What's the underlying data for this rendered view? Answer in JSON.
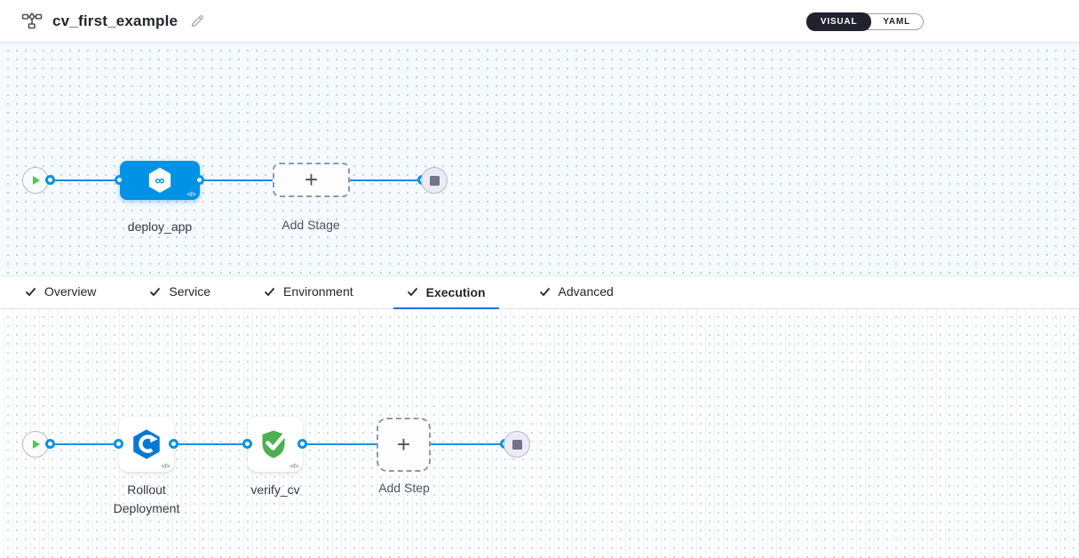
{
  "header": {
    "title": "cv_first_example",
    "view_toggle": {
      "visual_label": "VISUAL",
      "yaml_label": "YAML",
      "selected": "VISUAL"
    }
  },
  "stage_canvas": {
    "stage_label": "deploy_app",
    "stage_icon": "cd-hexagon-infinity-icon",
    "add_stage_label": "Add Stage",
    "plus_glyph": "+",
    "code_glyph": "</>"
  },
  "tabs": {
    "items": [
      {
        "label": "Overview",
        "checked": true
      },
      {
        "label": "Service",
        "checked": true
      },
      {
        "label": "Environment",
        "checked": true
      },
      {
        "label": "Execution",
        "checked": true
      },
      {
        "label": "Advanced",
        "checked": true
      }
    ],
    "active": "Execution"
  },
  "execution_canvas": {
    "steps": [
      {
        "label": "Rollout Deployment",
        "icon": "rollout-deployment-icon"
      },
      {
        "label": "verify_cv",
        "icon": "verify-shield-icon"
      }
    ],
    "add_step_label": "Add Step",
    "plus_glyph": "+",
    "code_glyph": "</>"
  },
  "colors": {
    "connector_blue": "#0092E4",
    "stage_node_blue": "#0092E4",
    "rollout_icon_blue": "#0278D5",
    "verify_icon_green": "#4CAF50",
    "play_green": "#4DC952",
    "active_tab_blue": "#0278D5",
    "toggle_dark": "#22222E"
  }
}
